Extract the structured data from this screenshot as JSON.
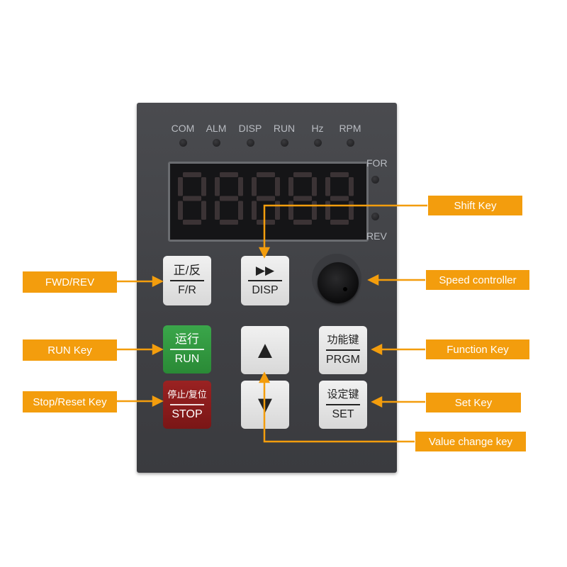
{
  "indicators": [
    {
      "label": "COM"
    },
    {
      "label": "ALM"
    },
    {
      "label": "DISP"
    },
    {
      "label": "RUN"
    },
    {
      "label": "Hz"
    },
    {
      "label": "RPM"
    }
  ],
  "display": {
    "digits": "88888"
  },
  "direction": {
    "for_label": "FOR",
    "rev_label": "REV"
  },
  "keys": {
    "fr": {
      "top": "正/反",
      "bottom": "F/R"
    },
    "disp": {
      "top": "▶▶",
      "bottom": "DISP"
    },
    "run": {
      "top": "运行",
      "bottom": "RUN"
    },
    "up": {
      "glyph": "▲"
    },
    "down": {
      "glyph": "▼"
    },
    "prgm": {
      "top": "功能键",
      "bottom": "PRGM"
    },
    "stop": {
      "top": "停止/复位",
      "bottom": "STOP"
    },
    "set": {
      "top": "设定键",
      "bottom": "SET"
    }
  },
  "callouts": {
    "shift": "Shift Key",
    "fwd_rev": "FWD/REV",
    "speed": "Speed controller",
    "run": "RUN Key",
    "function": "Function Key",
    "stop_reset": "Stop/Reset Key",
    "set": "Set  Key",
    "value_change": "Value change key"
  },
  "colors": {
    "accent": "#f39d0d",
    "run_key": "#2f9a3d",
    "stop_key": "#8c1d1d",
    "panel": "#434448"
  }
}
